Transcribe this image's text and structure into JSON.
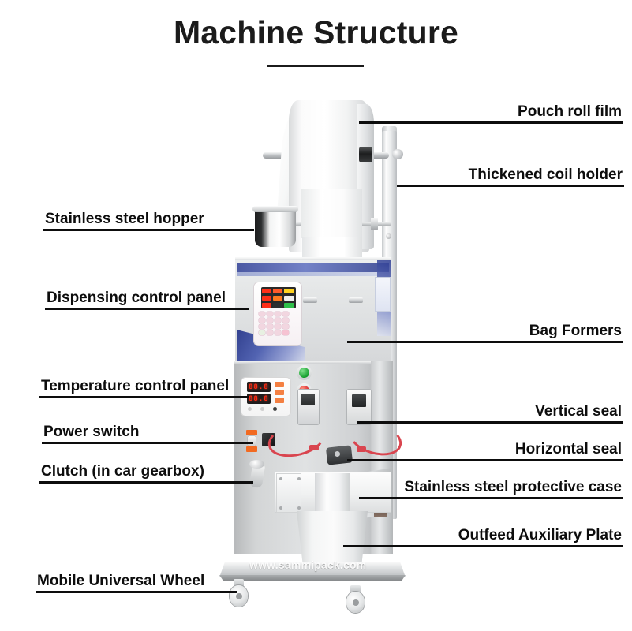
{
  "title": "Machine Structure",
  "watermark": "www.sammipack.com",
  "callouts": {
    "left": [
      {
        "label": "Stainless steel hopper",
        "name": "callout-stainless-steel-hopper"
      },
      {
        "label": "Dispensing control panel",
        "name": "callout-dispensing-control-panel"
      },
      {
        "label": "Temperature control panel",
        "name": "callout-temperature-control-panel"
      },
      {
        "label": "Power switch",
        "name": "callout-power-switch"
      },
      {
        "label": "Clutch (in car gearbox)",
        "name": "callout-clutch"
      },
      {
        "label": "Mobile Universal Wheel",
        "name": "callout-mobile-universal-wheel"
      }
    ],
    "right": [
      {
        "label": "Pouch roll film",
        "name": "callout-pouch-roll-film"
      },
      {
        "label": "Thickened coil holder",
        "name": "callout-thickened-coil-holder"
      },
      {
        "label": "Bag Formers",
        "name": "callout-bag-formers"
      },
      {
        "label": "Vertical seal",
        "name": "callout-vertical-seal"
      },
      {
        "label": "Horizontal seal",
        "name": "callout-horizontal-seal"
      },
      {
        "label": "Stainless steel protective case",
        "name": "callout-stainless-steel-protective-case"
      },
      {
        "label": "Outfeed Auxiliary Plate",
        "name": "callout-outfeed-auxiliary-plate"
      }
    ]
  },
  "display": {
    "temp_line1": "88.8",
    "temp_line2": "88.8"
  },
  "colors": {
    "text": "#0d0d0d",
    "background": "#ffffff",
    "led_red": "#ff2a12",
    "button_green": "#17a02f",
    "button_red": "#d3202a",
    "cable_red": "#d9454f",
    "accent_blue": "#2f3f96"
  }
}
